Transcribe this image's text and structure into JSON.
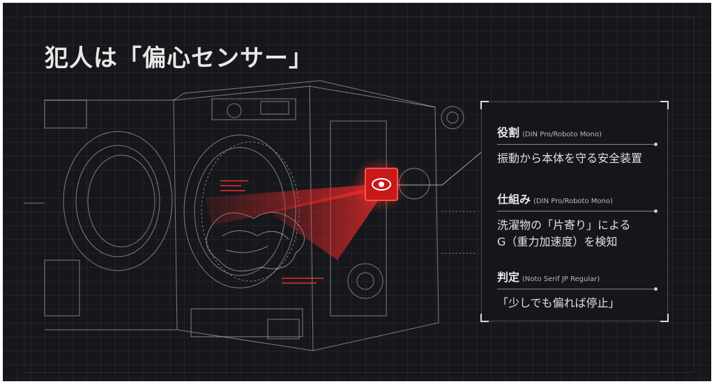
{
  "title": "犯人は「偏心センサー」",
  "panel": {
    "sections": [
      {
        "heading": "役割",
        "note": "(DIN Pro/Roboto Mono)",
        "lines": [
          "振動から本体を守る安全装置"
        ]
      },
      {
        "heading": "仕組み",
        "note": "(DIN Pro/Roboto Mono)",
        "lines": [
          "洗濯物の「片寄り」による",
          "G（重力加速度）を検知"
        ]
      },
      {
        "heading": "判定",
        "note": "(Noto Serif JP Regular)",
        "lines": [
          "「少しでも偏れば停止」"
        ]
      }
    ]
  },
  "colors": {
    "accent": "#ff2a2a",
    "background": "#15171b",
    "line": "#cfd3d8"
  }
}
